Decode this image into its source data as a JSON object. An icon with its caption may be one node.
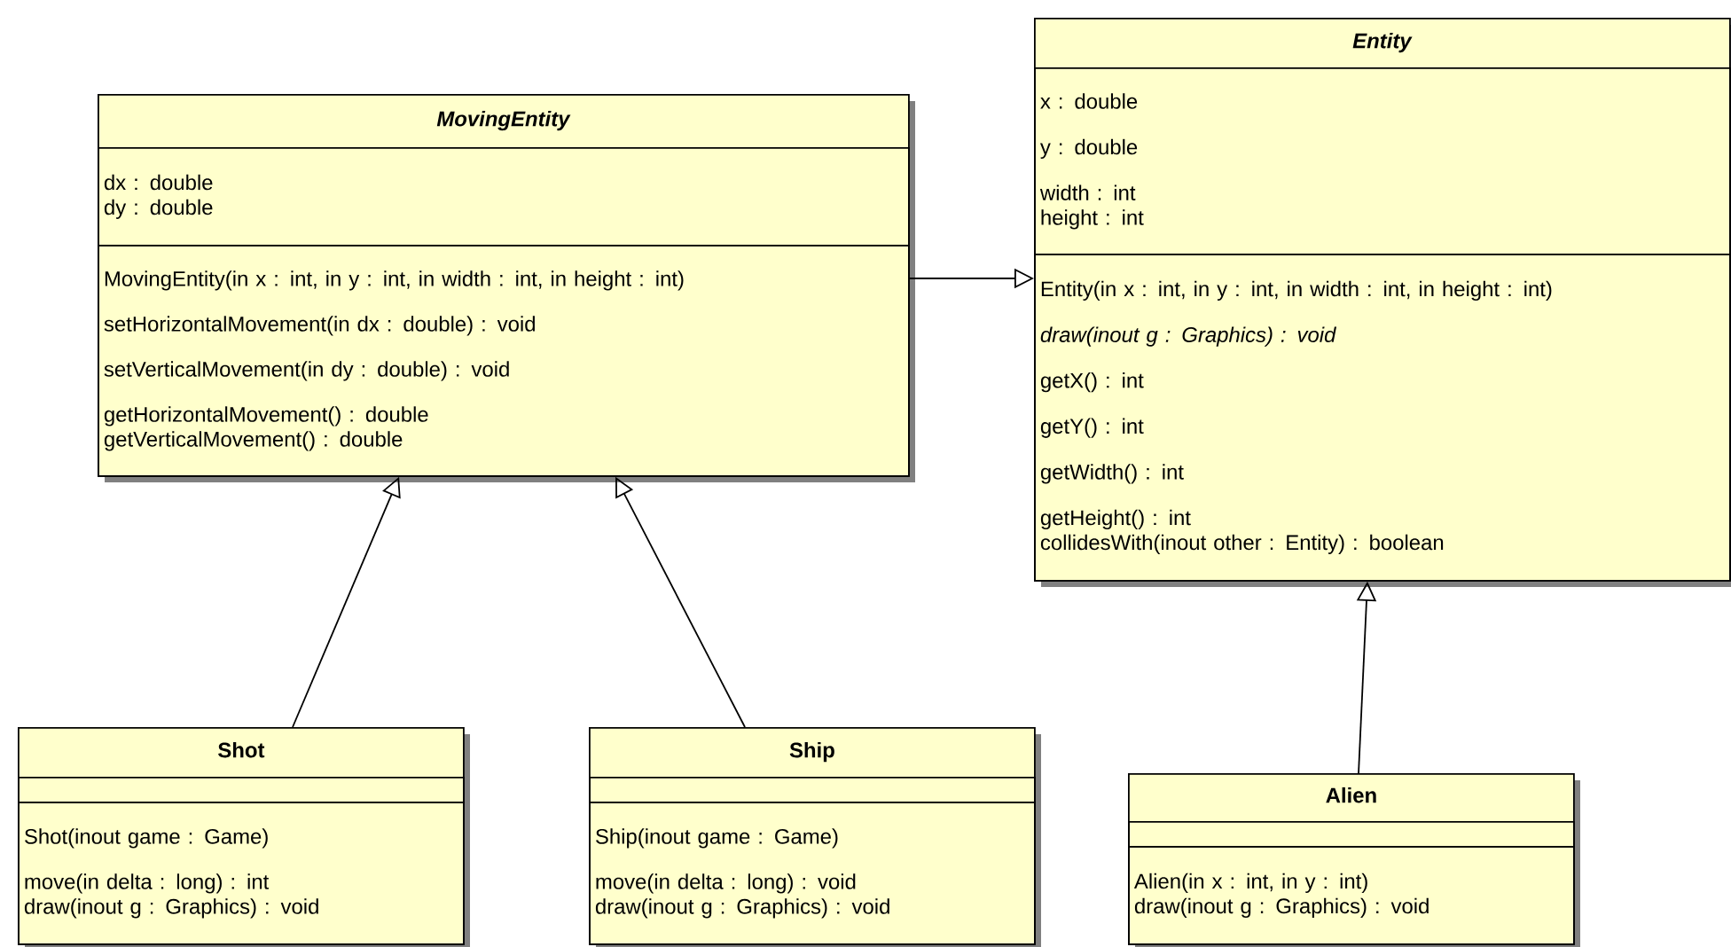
{
  "diagram": {
    "nodes": [
      {
        "text": [
          "*MovingEntity*"
        ]
      },
      {
        "text": [
          "dx : double",
          "dy : double"
        ],
        "in": 0
      },
      {
        "text": [
          "MovingEntity(in x : int, in y : int, in width : int, in height : int)",
          "setHorizontalMovement(in dx : double) : void",
          "setVerticalMovement(in dy : double) : void",
          "getHorizontalMovement() : double",
          "getVerticalMovement() : double"
        ],
        "in": 0
      },
      {
        "text": [
          "*Entity*"
        ]
      },
      {
        "text": [
          "x : double",
          "y : double",
          "width : int",
          "height : int"
        ],
        "in": 3
      },
      {
        "text": [
          "Entity(in x : int, in y : int, in width : int, in height : int)",
          "*draw(inout g : Graphics) : void*",
          "getX() : int",
          "getY() : int",
          "getWidth() : int",
          "getHeight() : int",
          "collidesWith(inout other : Entity) : boolean"
        ],
        "in": 3
      },
      {
        "text": [
          "Shot"
        ]
      },
      {
        "text": [],
        "shape": "box",
        "in": 6
      },
      {
        "text": [
          "Shot(inout game : Game)",
          "move(in delta : long) : int",
          "draw(inout g : Graphics) : void"
        ],
        "in": 6
      },
      {
        "text": [
          "Ship"
        ]
      },
      {
        "text": [],
        "shape": "box",
        "in": 9
      },
      {
        "text": [
          "Ship(inout game : Game)",
          "move(in delta : long) : void",
          "draw(inout g : Graphics) : void"
        ],
        "in": 9
      },
      {
        "text": [
          "Alien"
        ]
      },
      {
        "text": [],
        "shape": "box",
        "in": 12
      },
      {
        "text": [
          "Alien(in x : int, in y : int)",
          "draw(inout g : Graphics) : void"
        ],
        "in": 12
      }
    ],
    "edges": [
      {
        "from": 0,
        "to": 3,
        "arrow": "to"
      },
      {
        "from": 6,
        "to": 0,
        "arrow": "to"
      },
      {
        "from": 9,
        "to": 0,
        "arrow": "to"
      },
      {
        "from": 12,
        "to": 3,
        "arrow": "to"
      }
    ]
  }
}
